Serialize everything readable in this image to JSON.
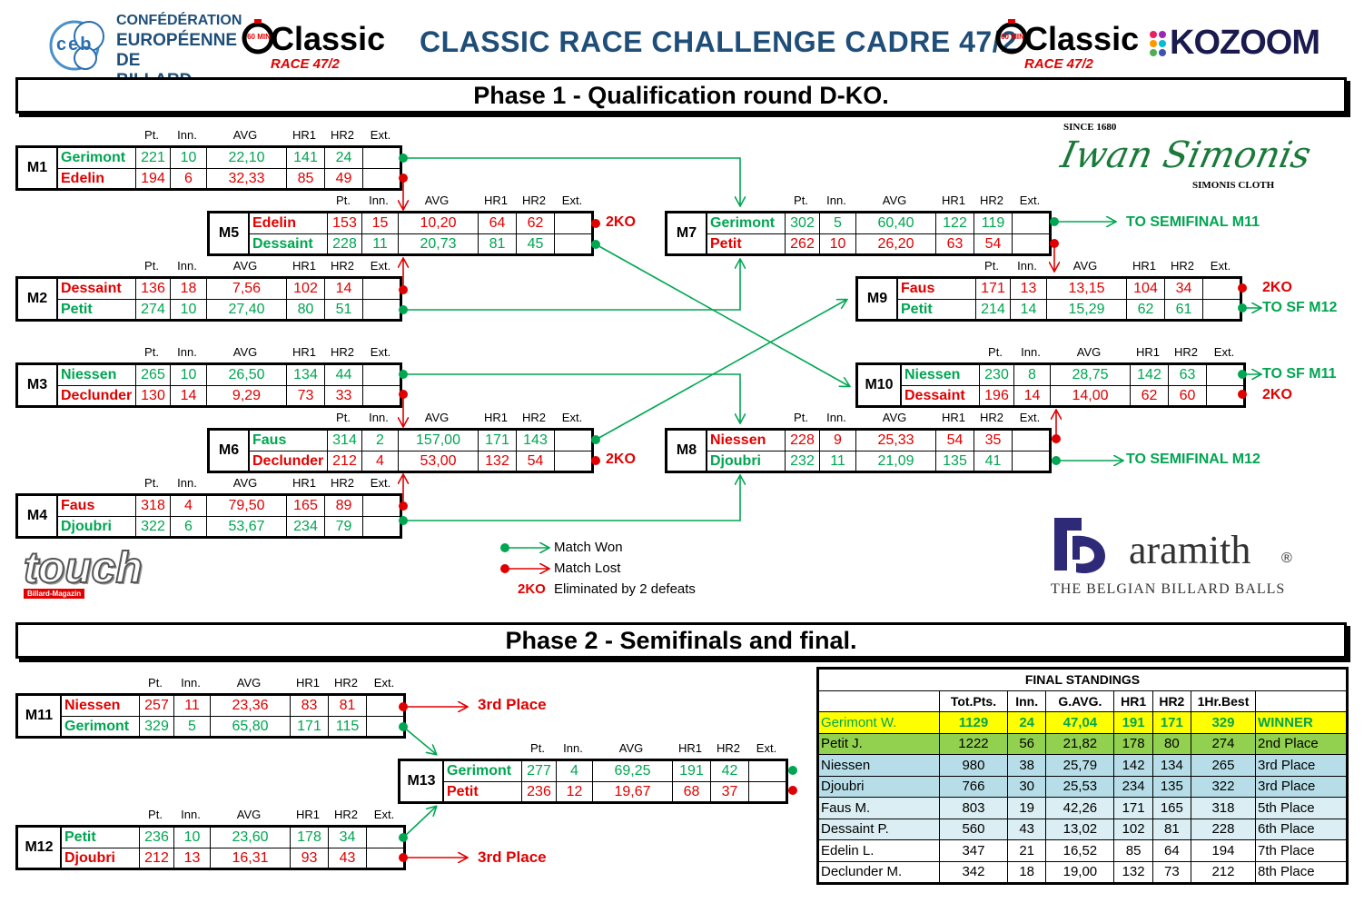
{
  "header": {
    "title": "CLASSIC RACE CHALLENGE CADRE 47/2",
    "ceb_logo": [
      "CONFÉDÉRATION",
      "EUROPÉENNE",
      "DE BILLARD"
    ],
    "ceb_letters": "ceb",
    "classic_logo": {
      "text": "Classic",
      "sub": "RACE 47/2",
      "badge": "60 MIN"
    },
    "kozoom_logo": "KOZOOM"
  },
  "phase1_title": "Phase 1 - Qualification round D-KO.",
  "phase2_title": "Phase 2 - Semifinals and final.",
  "column_headers": [
    "Pt.",
    "Inn.",
    "AVG",
    "HR1",
    "HR2",
    "Ext."
  ],
  "matches": [
    {
      "id": "M1",
      "rows": [
        {
          "name": "Gerimont",
          "pt": "221",
          "inn": "10",
          "avg": "22,10",
          "hr1": "141",
          "hr2": "24",
          "ext": "",
          "result": "win"
        },
        {
          "name": "Edelin",
          "pt": "194",
          "inn": "6",
          "avg": "32,33",
          "hr1": "85",
          "hr2": "49",
          "ext": "",
          "result": "lose"
        }
      ]
    },
    {
      "id": "M2",
      "rows": [
        {
          "name": "Dessaint",
          "pt": "136",
          "inn": "18",
          "avg": "7,56",
          "hr1": "102",
          "hr2": "14",
          "ext": "",
          "result": "lose"
        },
        {
          "name": "Petit",
          "pt": "274",
          "inn": "10",
          "avg": "27,40",
          "hr1": "80",
          "hr2": "51",
          "ext": "",
          "result": "win"
        }
      ]
    },
    {
      "id": "M3",
      "rows": [
        {
          "name": "Niessen",
          "pt": "265",
          "inn": "10",
          "avg": "26,50",
          "hr1": "134",
          "hr2": "44",
          "ext": "",
          "result": "win"
        },
        {
          "name": "Declunder",
          "pt": "130",
          "inn": "14",
          "avg": "9,29",
          "hr1": "73",
          "hr2": "33",
          "ext": "",
          "result": "lose"
        }
      ]
    },
    {
      "id": "M4",
      "rows": [
        {
          "name": "Faus",
          "pt": "318",
          "inn": "4",
          "avg": "79,50",
          "hr1": "165",
          "hr2": "89",
          "ext": "",
          "result": "lose"
        },
        {
          "name": "Djoubri",
          "pt": "322",
          "inn": "6",
          "avg": "53,67",
          "hr1": "234",
          "hr2": "79",
          "ext": "",
          "result": "win"
        }
      ]
    },
    {
      "id": "M5",
      "rows": [
        {
          "name": "Edelin",
          "pt": "153",
          "inn": "15",
          "avg": "10,20",
          "hr1": "64",
          "hr2": "62",
          "ext": "",
          "result": "lose"
        },
        {
          "name": "Dessaint",
          "pt": "228",
          "inn": "11",
          "avg": "20,73",
          "hr1": "81",
          "hr2": "45",
          "ext": "",
          "result": "win"
        }
      ]
    },
    {
      "id": "M6",
      "rows": [
        {
          "name": "Faus",
          "pt": "314",
          "inn": "2",
          "avg": "157,00",
          "hr1": "171",
          "hr2": "143",
          "ext": "",
          "result": "win"
        },
        {
          "name": "Declunder",
          "pt": "212",
          "inn": "4",
          "avg": "53,00",
          "hr1": "132",
          "hr2": "54",
          "ext": "",
          "result": "lose"
        }
      ]
    },
    {
      "id": "M7",
      "rows": [
        {
          "name": "Gerimont",
          "pt": "302",
          "inn": "5",
          "avg": "60,40",
          "hr1": "122",
          "hr2": "119",
          "ext": "",
          "result": "win"
        },
        {
          "name": "Petit",
          "pt": "262",
          "inn": "10",
          "avg": "26,20",
          "hr1": "63",
          "hr2": "54",
          "ext": "",
          "result": "lose"
        }
      ]
    },
    {
      "id": "M8",
      "rows": [
        {
          "name": "Niessen",
          "pt": "228",
          "inn": "9",
          "avg": "25,33",
          "hr1": "54",
          "hr2": "35",
          "ext": "",
          "result": "lose"
        },
        {
          "name": "Djoubri",
          "pt": "232",
          "inn": "11",
          "avg": "21,09",
          "hr1": "135",
          "hr2": "41",
          "ext": "",
          "result": "win"
        }
      ]
    },
    {
      "id": "M9",
      "rows": [
        {
          "name": "Faus",
          "pt": "171",
          "inn": "13",
          "avg": "13,15",
          "hr1": "104",
          "hr2": "34",
          "ext": "",
          "result": "lose"
        },
        {
          "name": "Petit",
          "pt": "214",
          "inn": "14",
          "avg": "15,29",
          "hr1": "62",
          "hr2": "61",
          "ext": "",
          "result": "win"
        }
      ]
    },
    {
      "id": "M10",
      "rows": [
        {
          "name": "Niessen",
          "pt": "230",
          "inn": "8",
          "avg": "28,75",
          "hr1": "142",
          "hr2": "63",
          "ext": "",
          "result": "win"
        },
        {
          "name": "Dessaint",
          "pt": "196",
          "inn": "14",
          "avg": "14,00",
          "hr1": "62",
          "hr2": "60",
          "ext": "",
          "result": "lose"
        }
      ]
    },
    {
      "id": "M11",
      "rows": [
        {
          "name": "Niessen",
          "pt": "257",
          "inn": "11",
          "avg": "23,36",
          "hr1": "83",
          "hr2": "81",
          "ext": "",
          "result": "lose"
        },
        {
          "name": "Gerimont",
          "pt": "329",
          "inn": "5",
          "avg": "65,80",
          "hr1": "171",
          "hr2": "115",
          "ext": "",
          "result": "win"
        }
      ]
    },
    {
      "id": "M12",
      "rows": [
        {
          "name": "Petit",
          "pt": "236",
          "inn": "10",
          "avg": "23,60",
          "hr1": "178",
          "hr2": "34",
          "ext": "",
          "result": "win"
        },
        {
          "name": "Djoubri",
          "pt": "212",
          "inn": "13",
          "avg": "16,31",
          "hr1": "93",
          "hr2": "43",
          "ext": "",
          "result": "lose"
        }
      ]
    },
    {
      "id": "M13",
      "rows": [
        {
          "name": "Gerimont",
          "pt": "277",
          "inn": "4",
          "avg": "69,25",
          "hr1": "191",
          "hr2": "42",
          "ext": "",
          "result": "win"
        },
        {
          "name": "Petit",
          "pt": "236",
          "inn": "12",
          "avg": "19,67",
          "hr1": "68",
          "hr2": "37",
          "ext": "",
          "result": "lose"
        }
      ]
    }
  ],
  "outcomes": {
    "ko": "2KO",
    "to_semifinal_m11": "TO SEMIFINAL M11",
    "to_semifinal_m12": "TO SEMIFINAL M12",
    "to_sf_m12": "TO SF M12",
    "to_sf_m11": "TO SF M11",
    "third_place": "3rd Place"
  },
  "legend": {
    "won": "Match Won",
    "lost": "Match Lost",
    "ko_label": "2KO",
    "ko_text": "Eliminated by 2 defeats"
  },
  "sponsors": {
    "simonis": {
      "since": "SINCE 1680",
      "signature": "Iwan Simonis",
      "cloth": "SIMONIS CLOTH"
    },
    "aramith": {
      "name": "aramith",
      "reg": "®",
      "tagline": "THE BELGIAN BILLARD BALLS"
    },
    "touch": {
      "name": "touch",
      "sub": "Billard-Magazin"
    }
  },
  "final_standings": {
    "title": "FINAL STANDINGS",
    "headers": [
      "",
      "Tot.Pts.",
      "Inn.",
      "G.AVG.",
      "HR1",
      "HR2",
      "1Hr.Best",
      ""
    ],
    "rows": [
      [
        "Gerimont W.",
        "1129",
        "24",
        "47,04",
        "191",
        "171",
        "329",
        "WINNER"
      ],
      [
        "Petit J.",
        "1222",
        "56",
        "21,82",
        "178",
        "80",
        "274",
        "2nd Place"
      ],
      [
        "Niessen",
        "980",
        "38",
        "25,79",
        "142",
        "134",
        "265",
        "3rd Place"
      ],
      [
        "Djoubri",
        "766",
        "30",
        "25,53",
        "234",
        "135",
        "322",
        "3rd Place"
      ],
      [
        "Faus M.",
        "803",
        "19",
        "42,26",
        "171",
        "165",
        "318",
        "5th Place"
      ],
      [
        "Dessaint P.",
        "560",
        "43",
        "13,02",
        "102",
        "81",
        "228",
        "6th Place"
      ],
      [
        "Edelin L.",
        "347",
        "21",
        "16,52",
        "85",
        "64",
        "194",
        "7th Place"
      ],
      [
        "Declunder M.",
        "342",
        "18",
        "19,00",
        "132",
        "73",
        "212",
        "8th Place"
      ]
    ],
    "row_colors": [
      "#ffff00",
      "#92d050",
      "#b7dee8",
      "#b7dee8",
      "#daeef3",
      "#daeef3",
      "#ffffff",
      "#ffffff"
    ],
    "winner_text_color": "#00a651"
  },
  "colors": {
    "win": "#00a651",
    "lose": "#e00000",
    "title": "#1f4e79"
  }
}
